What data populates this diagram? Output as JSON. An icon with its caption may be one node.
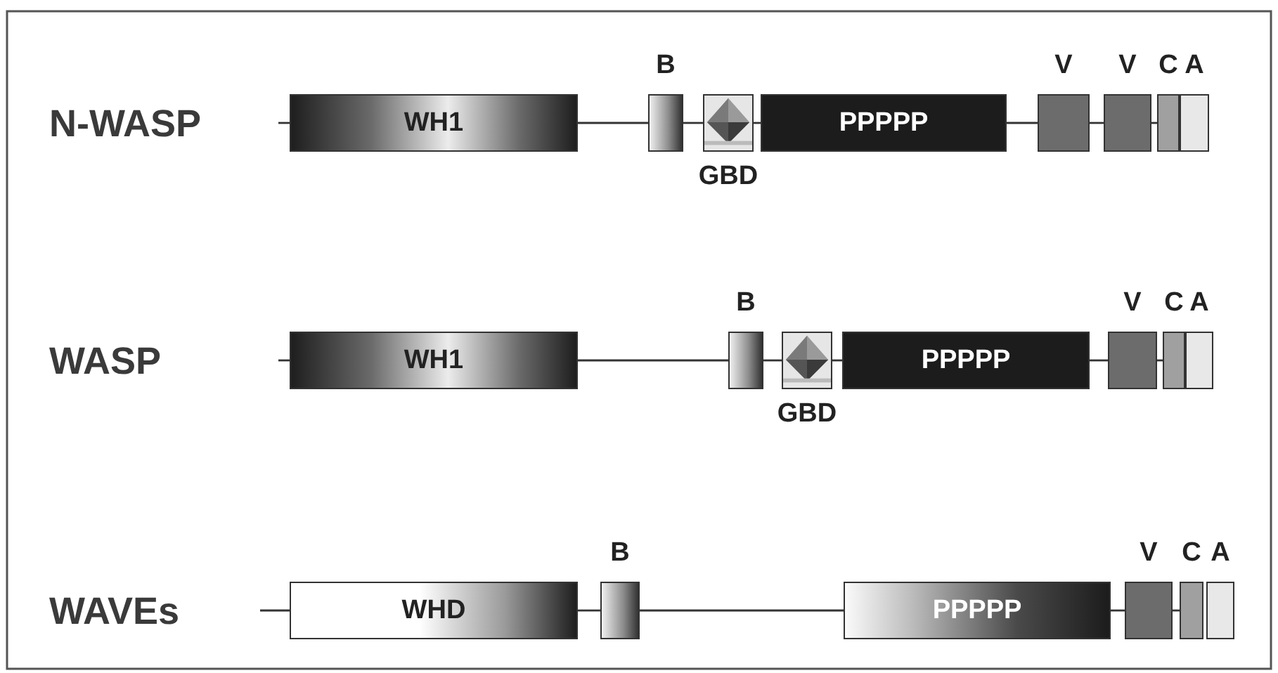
{
  "diagram": {
    "nodes": [
      {
        "text": [
          "WH1"
        ]
      },
      {
        "text": [
          "B"
        ]
      },
      {
        "text": [
          "GBD"
        ]
      },
      {
        "text": [
          "PPPPP"
        ]
      },
      {
        "text": [
          "V"
        ]
      },
      {
        "text": [
          "V"
        ]
      },
      {
        "text": [
          "C"
        ]
      },
      {
        "text": [
          "A"
        ]
      },
      {
        "text": [
          "WH1"
        ]
      },
      {
        "text": [
          "B"
        ]
      },
      {
        "text": [
          "GBD"
        ]
      },
      {
        "text": [
          "PPPPP"
        ]
      },
      {
        "text": [
          "V"
        ]
      },
      {
        "text": [
          "C"
        ]
      },
      {
        "text": [
          "A"
        ]
      },
      {
        "text": [
          "WHD"
        ]
      },
      {
        "text": [
          "B"
        ]
      },
      {
        "text": [
          "PPPPP"
        ]
      },
      {
        "text": [
          "V"
        ]
      },
      {
        "text": [
          "C"
        ]
      },
      {
        "text": [
          "A"
        ]
      }
    ],
    "edges": [
      {
        "from": null,
        "to": 0,
        "arrow": "none"
      },
      {
        "from": 0,
        "to": 1,
        "arrow": "none"
      },
      {
        "from": 1,
        "to": 2,
        "arrow": "none"
      },
      {
        "from": 2,
        "to": 3,
        "arrow": "none"
      },
      {
        "from": 3,
        "to": 4,
        "arrow": "none"
      },
      {
        "from": 4,
        "to": 5,
        "arrow": "none"
      },
      {
        "from": 5,
        "to": 6,
        "arrow": "none"
      },
      {
        "from": null,
        "to": 8,
        "arrow": "none"
      },
      {
        "from": 8,
        "to": 9,
        "arrow": "none"
      },
      {
        "from": 9,
        "to": 10,
        "arrow": "none"
      },
      {
        "from": 10,
        "to": 11,
        "arrow": "none"
      },
      {
        "from": 11,
        "to": 12,
        "arrow": "none"
      },
      {
        "from": 12,
        "to": 13,
        "arrow": "none"
      },
      {
        "from": null,
        "to": 15,
        "arrow": "none"
      },
      {
        "from": 15,
        "to": 16,
        "arrow": "none"
      },
      {
        "from": 16,
        "to": 17,
        "arrow": "none"
      },
      {
        "from": 17,
        "to": 18,
        "arrow": "none"
      },
      {
        "from": 18,
        "to": 19,
        "arrow": "none"
      }
    ],
    "labels": [
      "N-WASP",
      "WASP",
      "WAVEs"
    ]
  }
}
